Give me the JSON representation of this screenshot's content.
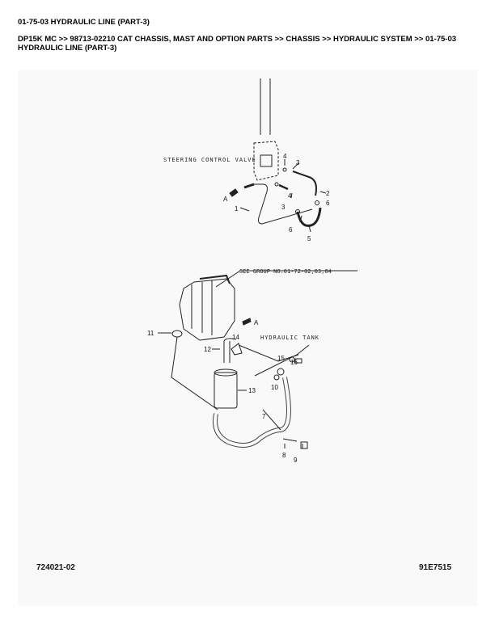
{
  "title": "01-75-03 HYDRAULIC LINE (PART-3)",
  "breadcrumb": "DP15K MC >> 98713-02210 CAT CHASSIS, MAST AND OPTION PARTS >> CHASSIS >> HYDRAULIC SYSTEM >> 01-75-03 HYDRAULIC LINE (PART-3)",
  "diagram": {
    "steering_caption": "STEERING CONTROL VALVE",
    "group_caption": "SEE GROUP NO.01-72-02,03,04",
    "tank_caption": "HYDRAULIC TANK",
    "arrow_label_top": "A",
    "arrow_label_bottom": "A",
    "callouts": [
      "1",
      "2",
      "3",
      "3",
      "4",
      "4",
      "5",
      "6",
      "6",
      "7",
      "8",
      "9",
      "10",
      "11",
      "12",
      "13",
      "14",
      "15",
      "16"
    ],
    "drawing_number": "724021-02",
    "figure_code": "91E7515"
  }
}
